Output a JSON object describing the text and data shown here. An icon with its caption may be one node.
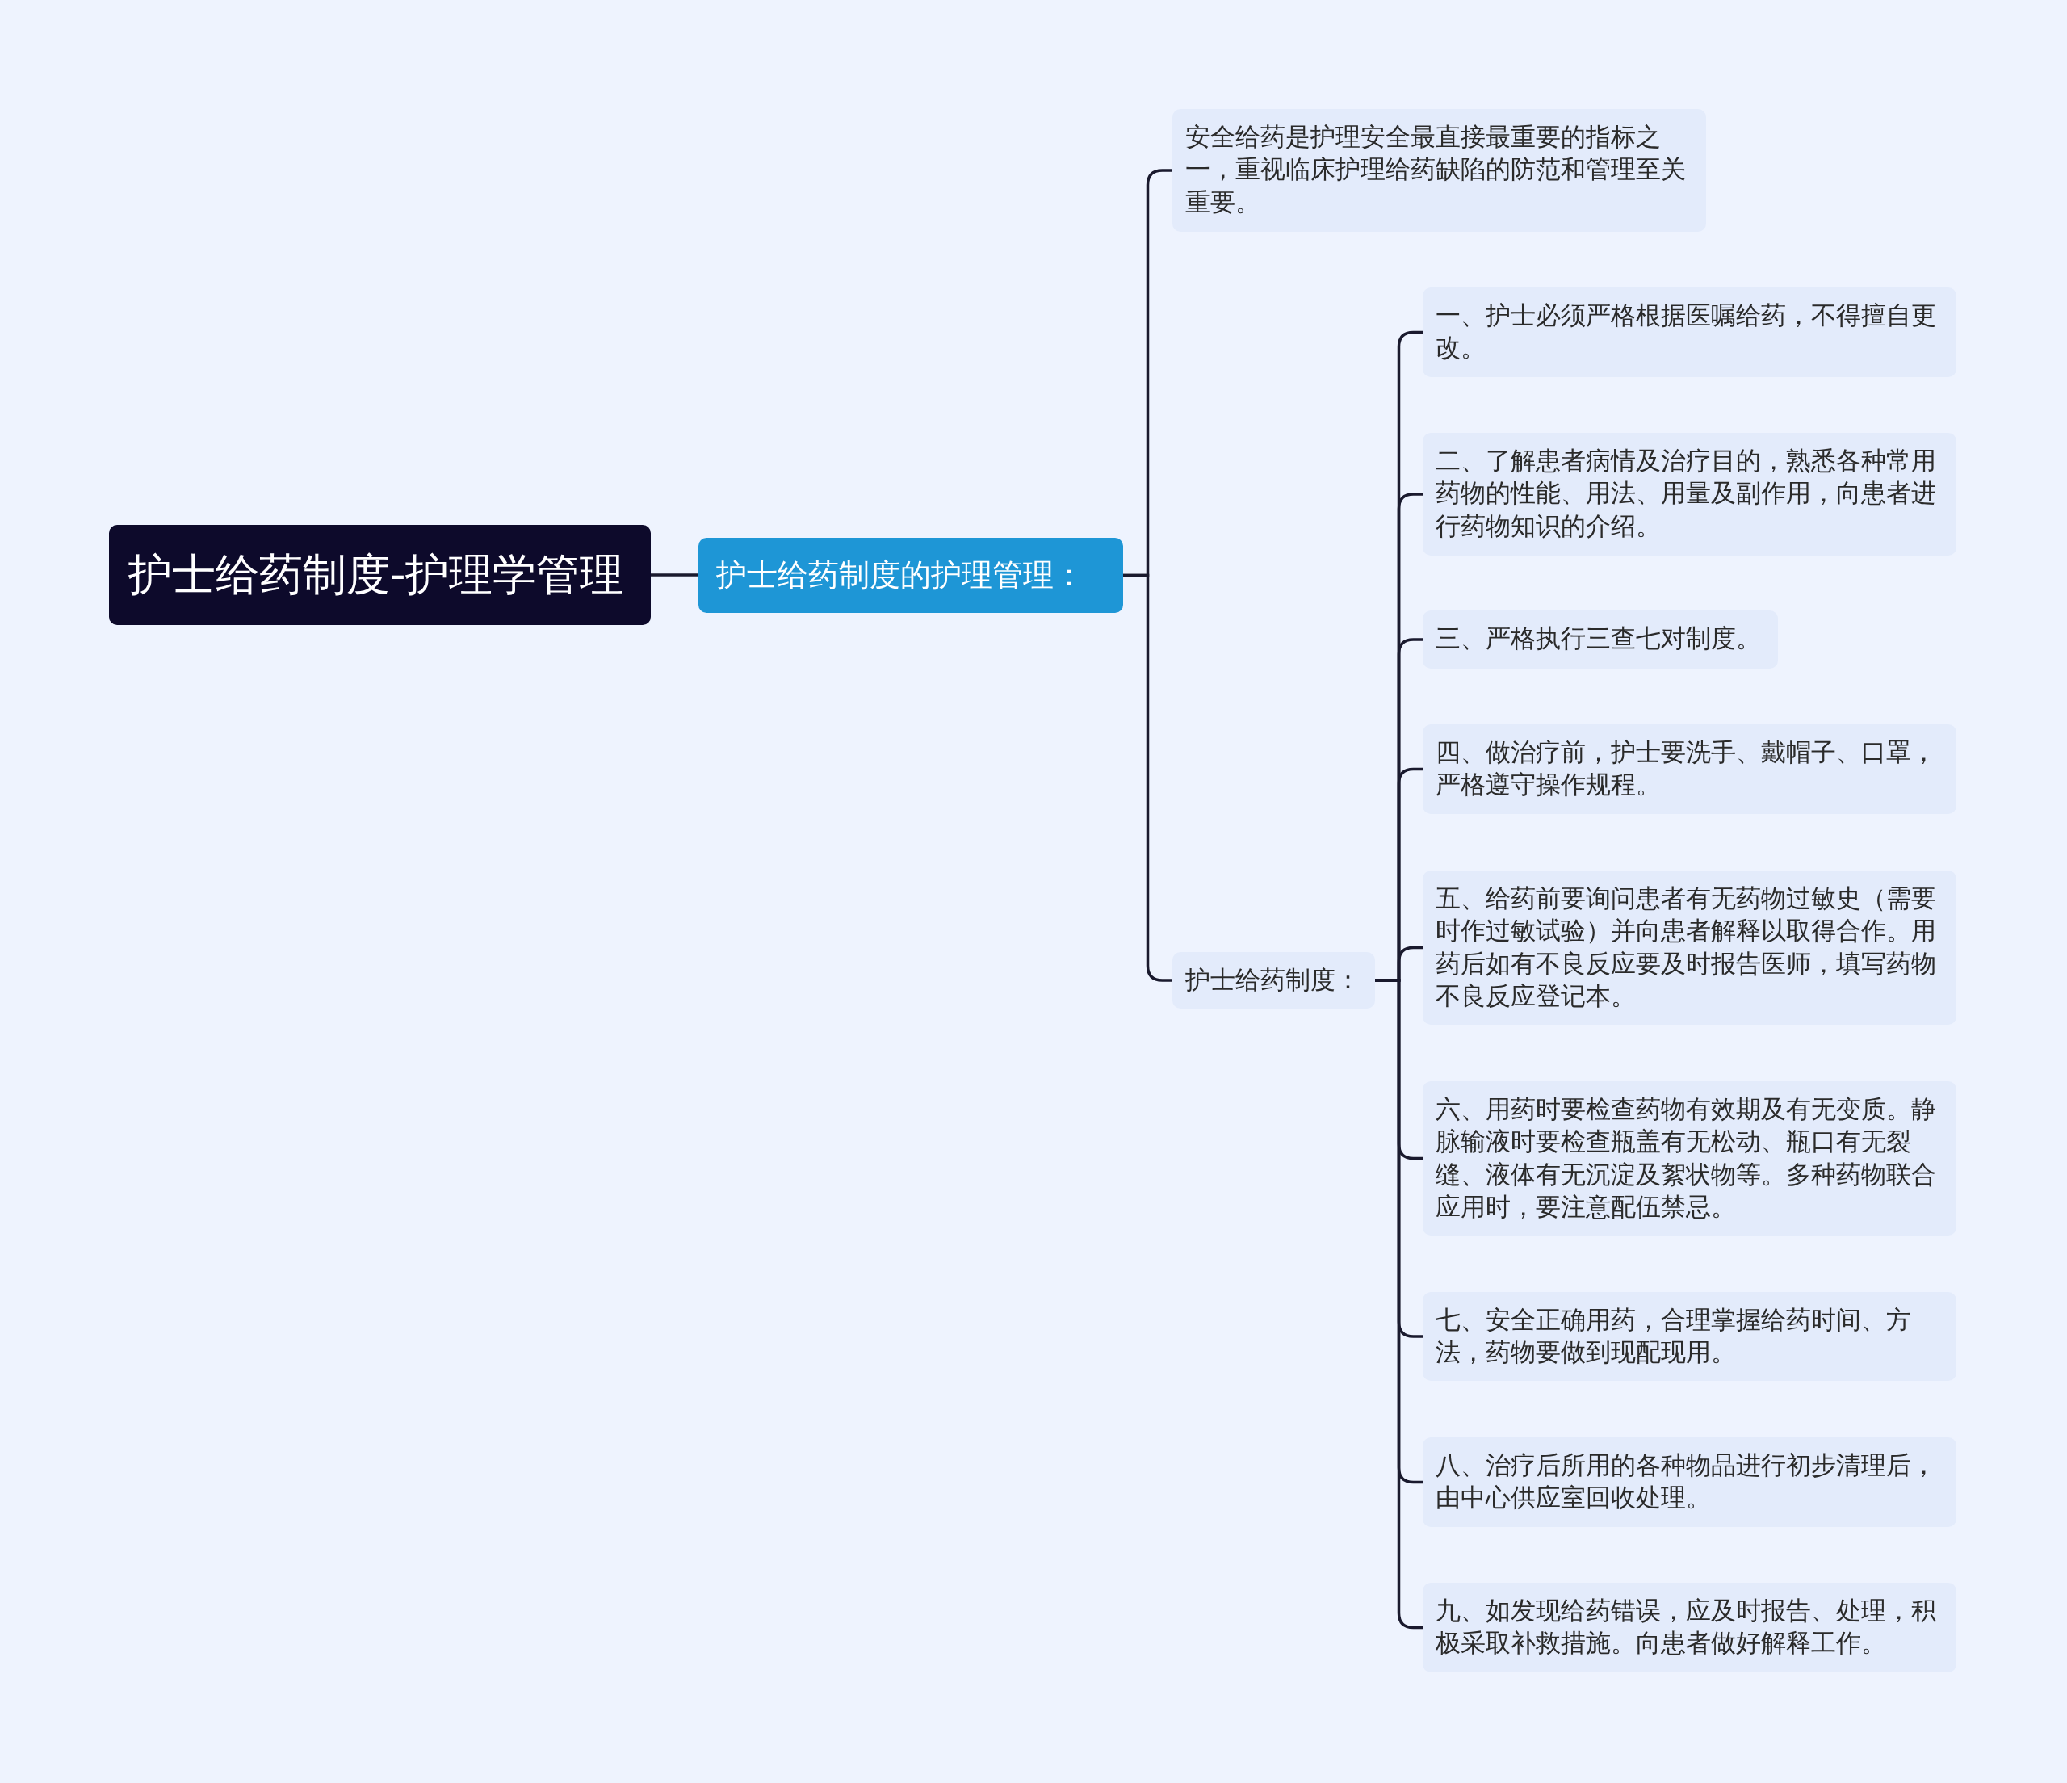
{
  "diagram": {
    "nodes": [
      {
        "text": [
          "护士给药制度-护理学管理"
        ]
      },
      {
        "text": [
          "护士给药制度的护理管理："
        ]
      },
      {
        "text": [
          "安全给药是护理安全最直接最重要的指标之一，重视临床护理给药缺陷的防范和管理至关重要。"
        ]
      },
      {
        "text": [
          "护士给药制度："
        ]
      },
      {
        "text": [
          "一、护士必须严格根据医嘱给药，不得擅自更改。"
        ]
      },
      {
        "text": [
          "二、了解患者病情及治疗目的，熟悉各种常用药物的性能、用法、用量及副作用，向患者进行药物知识的介绍。"
        ]
      },
      {
        "text": [
          "三、严格执行三查七对制度。"
        ]
      },
      {
        "text": [
          "四、做治疗前，护士要洗手、戴帽子、口罩，严格遵守操作规程。"
        ]
      },
      {
        "text": [
          "五、给药前要询问患者有无药物过敏史（需要时作过敏试验）并向患者解释以取得合作。用药后如有不良反应要及时报告医师，填写药物不良反应登记本。"
        ]
      },
      {
        "text": [
          "六、用药时要检查药物有效期及有无变质。静脉输液时要检查瓶盖有无松动、瓶口有无裂缝、液体有无沉淀及絮状物等。多种药物联合应用时，要注意配伍禁忌。"
        ]
      },
      {
        "text": [
          "七、安全正确用药，合理掌握给药时间、方法，药物要做到现配现用。"
        ]
      },
      {
        "text": [
          "八、治疗后所用的各种物品进行初步清理后，由中心供应室回收处理。"
        ]
      },
      {
        "text": [
          "九、如发现给药错误，应及时报告、处理，积极采取补救措施。向患者做好解释工作。"
        ]
      }
    ],
    "edges": [
      {
        "from": 0,
        "to": 1,
        "arrow": "none"
      },
      {
        "from": 1,
        "to": 2,
        "arrow": "none"
      },
      {
        "from": 1,
        "to": 3,
        "arrow": "none"
      },
      {
        "from": 3,
        "to": 4,
        "arrow": "none"
      },
      {
        "from": 3,
        "to": 5,
        "arrow": "none"
      },
      {
        "from": 3,
        "to": 6,
        "arrow": "none"
      },
      {
        "from": 3,
        "to": 7,
        "arrow": "none"
      },
      {
        "from": 3,
        "to": 8,
        "arrow": "none"
      },
      {
        "from": 3,
        "to": 9,
        "arrow": "none"
      },
      {
        "from": 3,
        "to": 10,
        "arrow": "none"
      },
      {
        "from": 3,
        "to": 11,
        "arrow": "none"
      },
      {
        "from": 3,
        "to": 12,
        "arrow": "none"
      }
    ]
  }
}
